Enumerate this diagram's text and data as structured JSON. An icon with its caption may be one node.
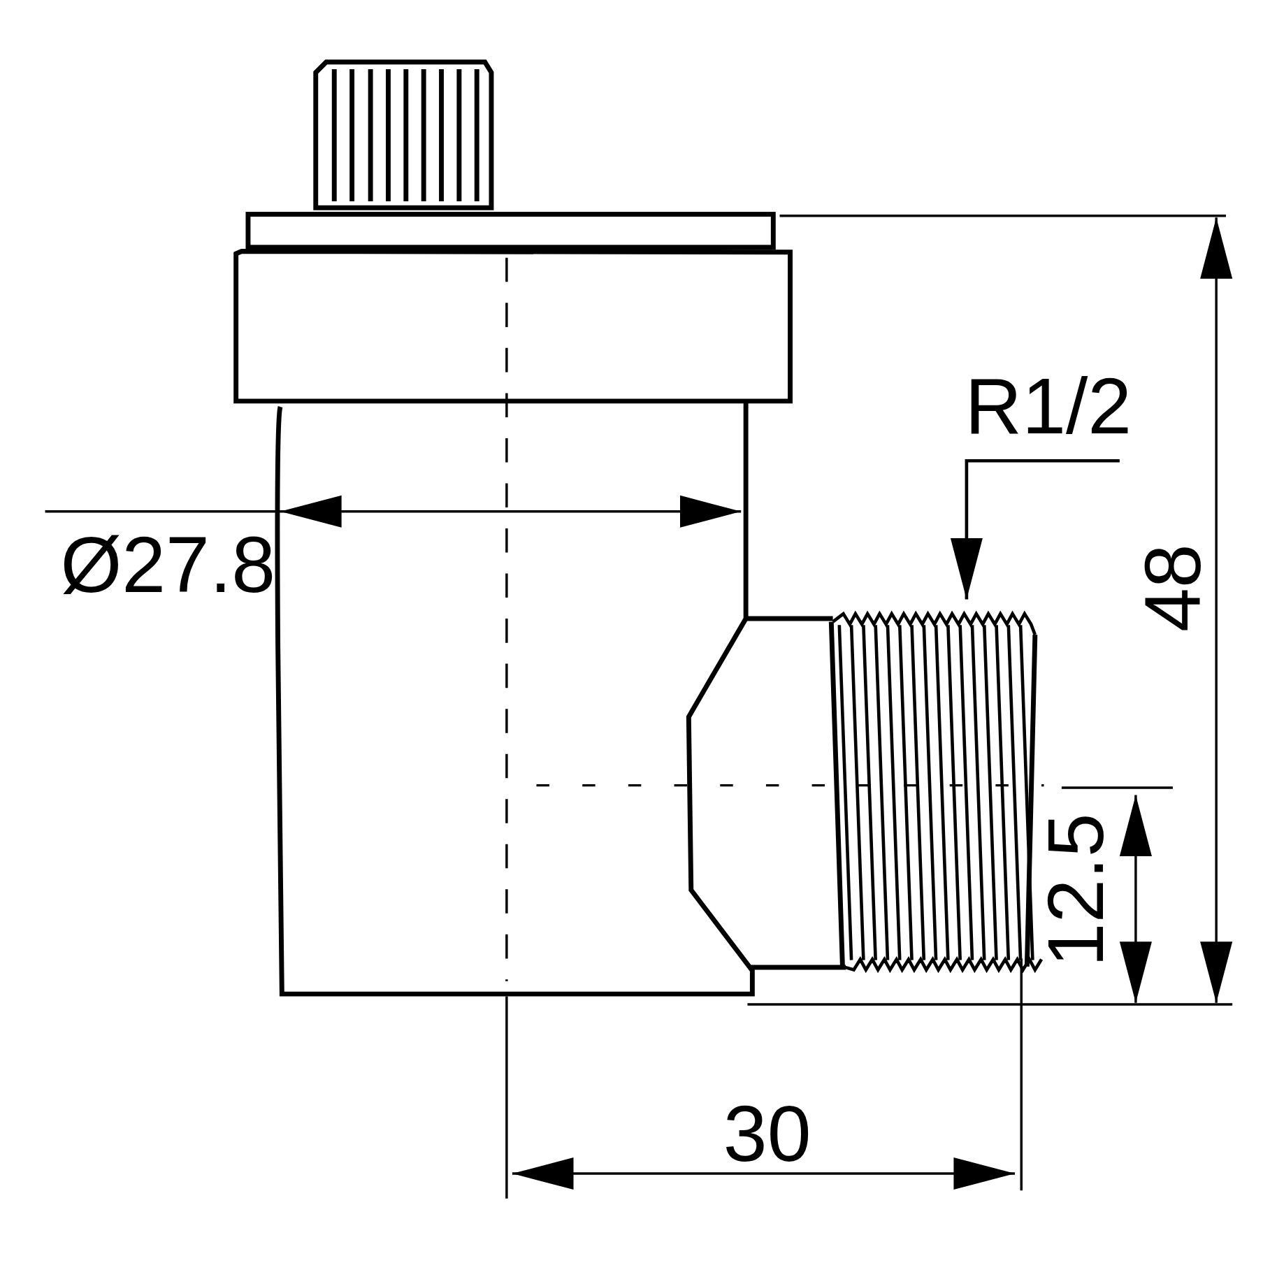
{
  "diagram": {
    "nodes": [
      {
        "text": [
          "R1/2"
        ]
      },
      {
        "text": [],
        "shape": "picture"
      }
    ],
    "edges": [
      {
        "from": 0,
        "to": 1,
        "arrow": "to"
      }
    ],
    "labels": [
      "Ø27.8",
      "48",
      "12.5",
      "30"
    ]
  }
}
